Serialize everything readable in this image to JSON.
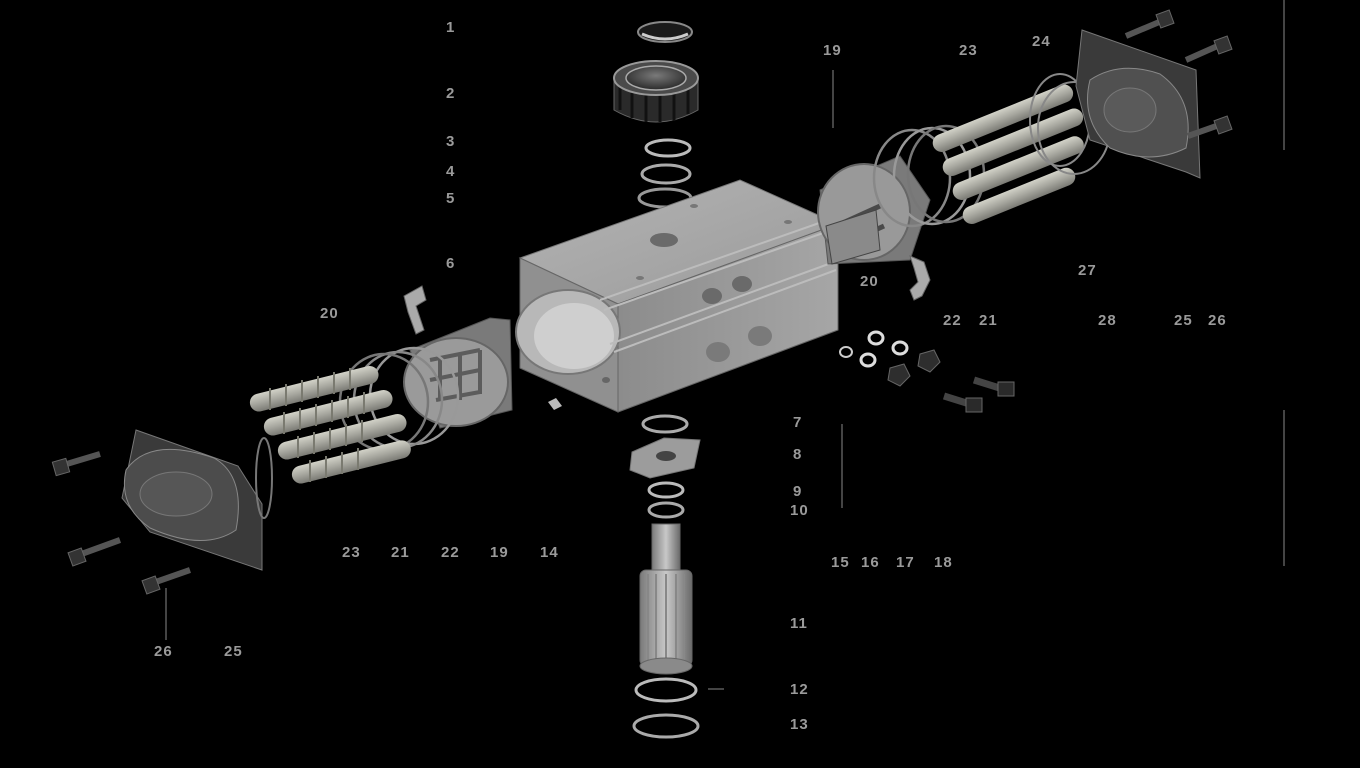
{
  "callouts": [
    {
      "id": "c1",
      "text": "1"
    },
    {
      "id": "c2",
      "text": "2"
    },
    {
      "id": "c3",
      "text": "3"
    },
    {
      "id": "c4",
      "text": "4"
    },
    {
      "id": "c5",
      "text": "5"
    },
    {
      "id": "c6",
      "text": "6"
    },
    {
      "id": "c7",
      "text": "7"
    },
    {
      "id": "c8",
      "text": "8"
    },
    {
      "id": "c9",
      "text": "9"
    },
    {
      "id": "c10",
      "text": "10"
    },
    {
      "id": "c11",
      "text": "11"
    },
    {
      "id": "c12",
      "text": "12"
    },
    {
      "id": "c13",
      "text": "13"
    },
    {
      "id": "c14",
      "text": "14"
    },
    {
      "id": "c15",
      "text": "15"
    },
    {
      "id": "c16",
      "text": "16"
    },
    {
      "id": "c17",
      "text": "17"
    },
    {
      "id": "c18",
      "text": "18"
    },
    {
      "id": "c19a",
      "text": "19"
    },
    {
      "id": "c19b",
      "text": "19"
    },
    {
      "id": "c20a",
      "text": "20"
    },
    {
      "id": "c20b",
      "text": "20"
    },
    {
      "id": "c21a",
      "text": "21"
    },
    {
      "id": "c21b",
      "text": "21"
    },
    {
      "id": "c22a",
      "text": "22"
    },
    {
      "id": "c22b",
      "text": "22"
    },
    {
      "id": "c23a",
      "text": "23"
    },
    {
      "id": "c23b",
      "text": "23"
    },
    {
      "id": "c24",
      "text": "24"
    },
    {
      "id": "c25a",
      "text": "25"
    },
    {
      "id": "c25b",
      "text": "25"
    },
    {
      "id": "c26a",
      "text": "26"
    },
    {
      "id": "c26b",
      "text": "26"
    },
    {
      "id": "c27",
      "text": "27"
    },
    {
      "id": "c28",
      "text": "28"
    }
  ],
  "colors": {
    "background": "#000000",
    "label": "#9a9a9a",
    "body_light": "#a8a8a8",
    "body_mid": "#8a8a8a",
    "body_dark": "#5a5a5a",
    "spring": "#b8b8b0"
  }
}
